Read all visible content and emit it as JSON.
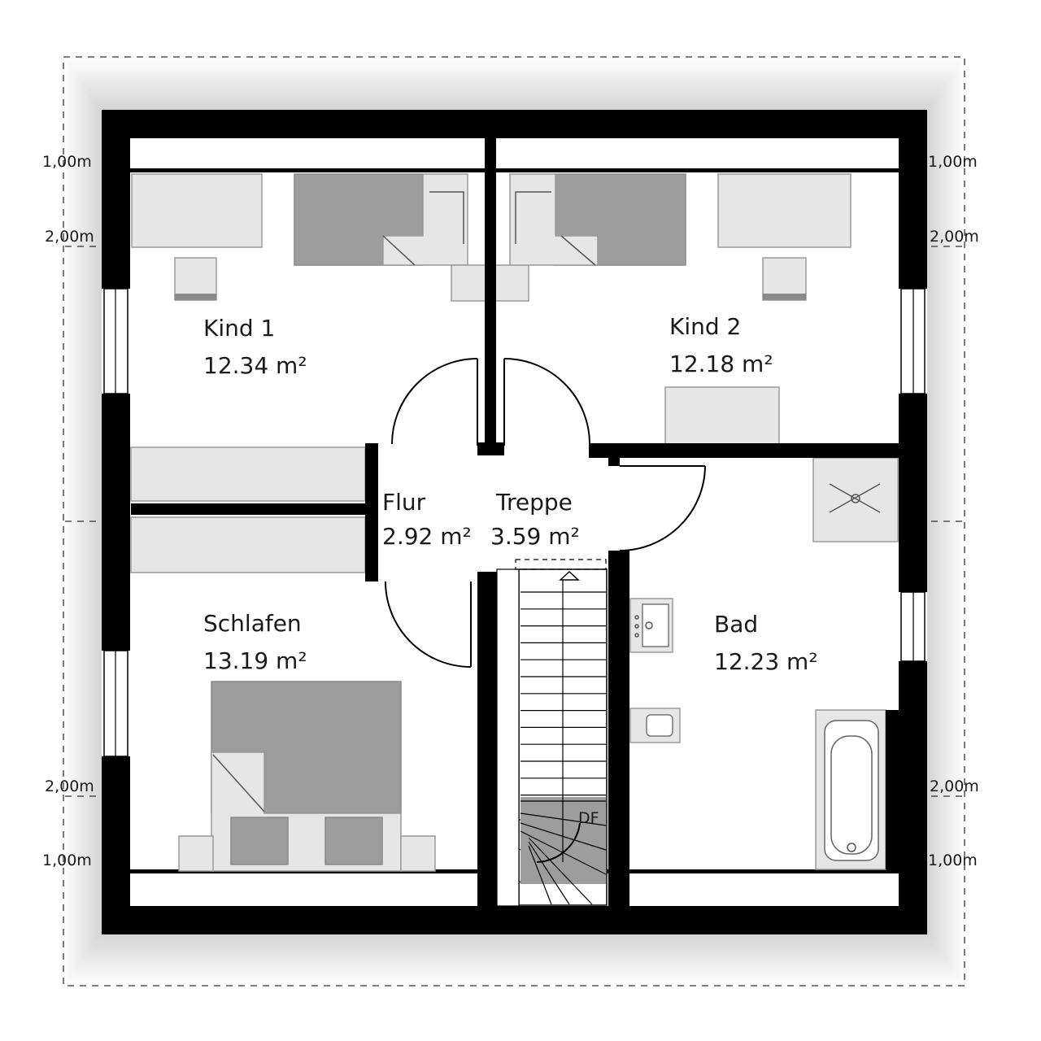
{
  "rooms": {
    "kind1": {
      "name": "Kind 1",
      "area": "12.34 m²"
    },
    "kind2": {
      "name": "Kind 2",
      "area": "12.18 m²"
    },
    "flur": {
      "name": "Flur",
      "area": "2.92 m²"
    },
    "treppe": {
      "name": "Treppe",
      "area": "3.59 m²"
    },
    "schlafen": {
      "name": "Schlafen",
      "area": "13.19 m²"
    },
    "bad": {
      "name": "Bad",
      "area": "12.23 m²"
    }
  },
  "height_marks": {
    "top_1m": "1,00m",
    "top_2m": "2,00m",
    "bottom_2m": "2,00m",
    "bottom_1m": "1,00m"
  },
  "stair_label": "DF",
  "colors": {
    "wall": "#000000",
    "furniture_light": "#e6e6e6",
    "furniture_dark": "#9d9d9d",
    "roof_shade": "#e0e0e0"
  }
}
